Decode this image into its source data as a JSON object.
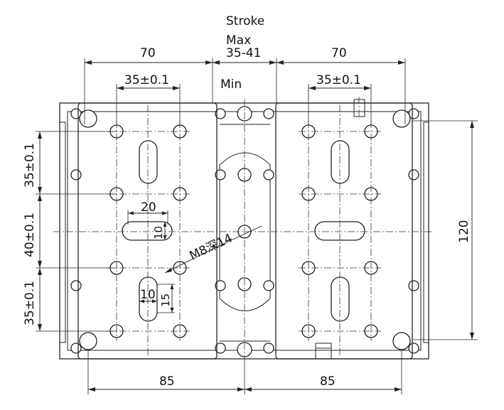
{
  "stroke": {
    "title": "Stroke",
    "max_label": "Max",
    "max_value": "35-41",
    "min_label": "Min"
  },
  "dimensions": {
    "left_width": "70",
    "right_width": "70",
    "left_hole_spacing": "35±0.1",
    "right_hole_spacing": "35±0.1",
    "vertical_top": "35±0.1",
    "vertical_middle": "40±0.1",
    "vertical_bottom": "35±0.1",
    "overall_height": "120",
    "bottom_left_width": "85",
    "bottom_right_width": "85",
    "slot_horizontal_length": "20",
    "slot_horizontal_width": "10",
    "slot_vertical_width": "10",
    "slot_vertical_length": "15",
    "thread_callout": "M8深14"
  }
}
